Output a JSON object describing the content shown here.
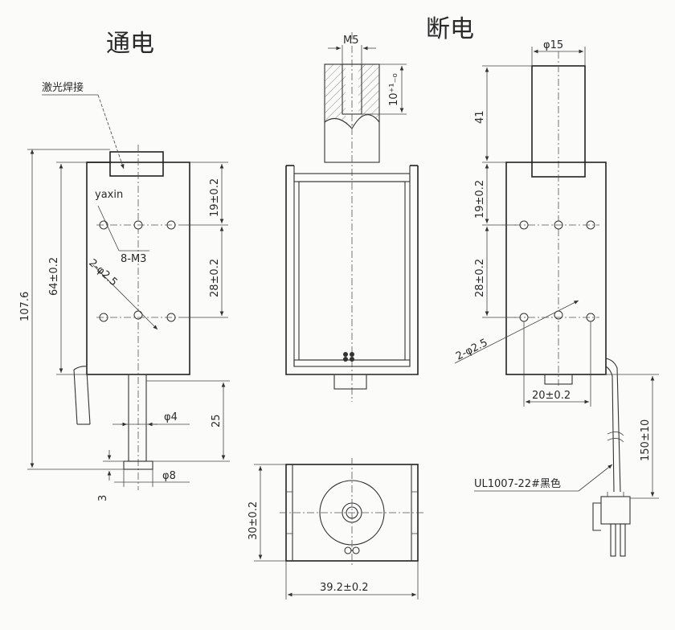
{
  "titles": {
    "energized": "通电",
    "de_energized": "断电"
  },
  "labels": {
    "laser_weld": "激光焊接",
    "brand": "yaxin",
    "screw_holes": "8-M3",
    "holes_left": "2-φ2.5",
    "holes_right": "2-φ2.5",
    "wire": "UL1007-22#黑色"
  },
  "dimensions": {
    "total_length": "107.6",
    "body_length": "64±0.2",
    "top_to_hole": "19±0.2",
    "hole_spacing": "28±0.2",
    "plunger_dia": "φ4",
    "plunger_length": "25",
    "head_dia": "φ8",
    "head_thickness": "3",
    "thread": "M5",
    "thread_depth": "10⁺¹₋₀",
    "top_dia": "φ15",
    "stroke_length": "41",
    "right_top_to_hole": "19±0.2",
    "right_hole_spacing": "28±0.2",
    "hole_center_width": "20±0.2",
    "wire_length": "150±10",
    "bottom_height": "30±0.2",
    "bottom_width": "39.2±0.2"
  }
}
